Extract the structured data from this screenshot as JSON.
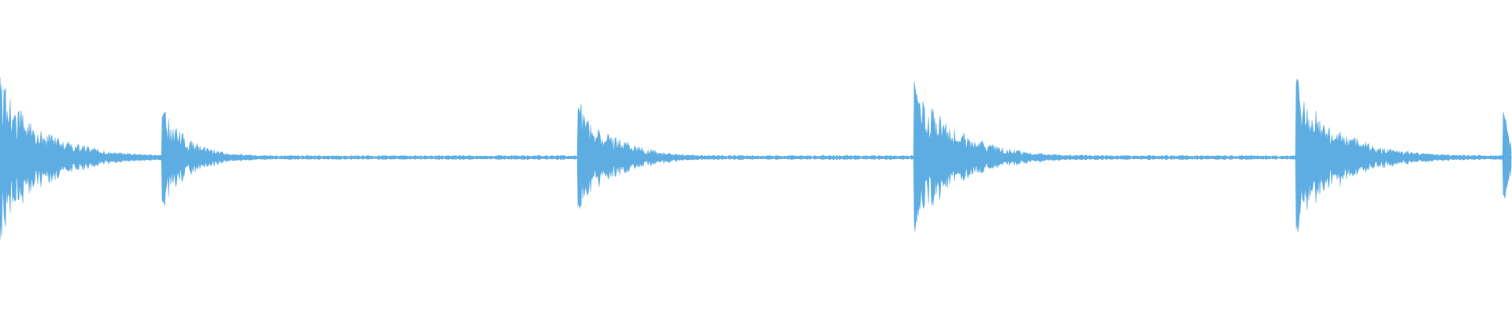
{
  "waveform": {
    "color": "#5DADE2",
    "transients": [
      {
        "position": 0.0,
        "amplitude": 0.53,
        "decay": 0.03
      },
      {
        "position": 0.108,
        "amplitude": 0.32,
        "decay": 0.02
      },
      {
        "position": 0.383,
        "amplitude": 0.37,
        "decay": 0.025
      },
      {
        "position": 0.605,
        "amplitude": 0.49,
        "decay": 0.03
      },
      {
        "position": 0.858,
        "amplitude": 0.5,
        "decay": 0.03
      },
      {
        "position": 0.995,
        "amplitude": 0.3,
        "decay": 0.005
      }
    ],
    "noise_floor": 0.01
  }
}
